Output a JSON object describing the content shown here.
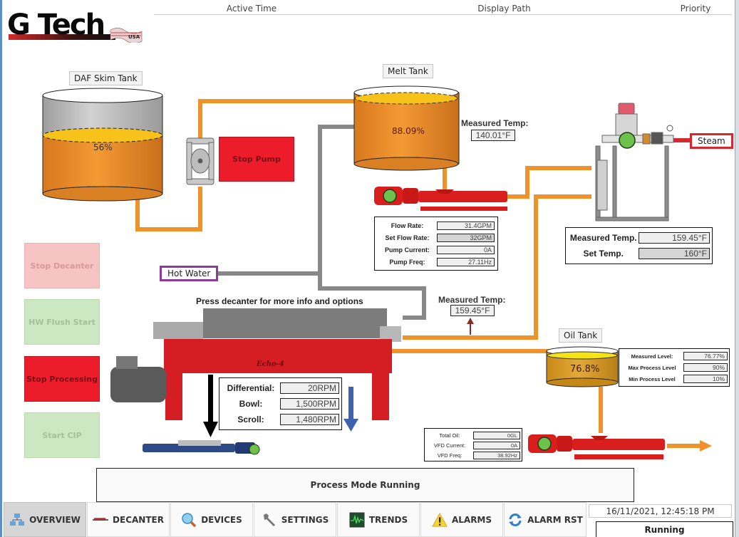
{
  "header": {
    "logo_text": "G Tech",
    "logo_sub": "USA",
    "columns": [
      "Active Time",
      "Display Path",
      "Priority"
    ]
  },
  "tanks": {
    "daf_skim": {
      "label": "DAF Skim Tank",
      "level_text": "56%",
      "level": 0.56
    },
    "melt": {
      "label": "Melt Tank",
      "level_text": "88.09%",
      "level": 0.88
    },
    "oil": {
      "label": "Oil Tank",
      "level_text": "76.8%",
      "level": 0.768
    }
  },
  "buttons": {
    "stop_pump": "Stop Pump",
    "stop_decanter": "Stop Decanter",
    "hw_flush_start": "HW Flush Start",
    "stop_processing": "Stop Processing",
    "start_cip": "Start CIP"
  },
  "labels": {
    "hot_water": "Hot Water",
    "steam": "Steam",
    "press_decanter": "Press decanter for more info and options",
    "decanter_brand": "Echo-4"
  },
  "melt_temp": {
    "title": "Measured Temp:",
    "value": "140.01°F"
  },
  "line_temp": {
    "title": "Measured Temp:",
    "value": "159.45°F"
  },
  "pump_panel": [
    {
      "label": "Flow Rate:",
      "value": "31.4GPM",
      "editable": false
    },
    {
      "label": "Set Flow Rate:",
      "value": "32GPM",
      "editable": true
    },
    {
      "label": "Pump Current:",
      "value": "0A",
      "editable": false
    },
    {
      "label": "Pump Freq:",
      "value": "27.11Hz",
      "editable": false
    }
  ],
  "steam_panel": [
    {
      "label": "Measured Temp.",
      "value": "159.45°F",
      "editable": false
    },
    {
      "label": "Set Temp.",
      "value": "160°F",
      "editable": true
    }
  ],
  "decanter_panel": [
    {
      "label": "Differential:",
      "value": "20RPM"
    },
    {
      "label": "Bowl:",
      "value": "1,500RPM"
    },
    {
      "label": "Scroll:",
      "value": "1,480RPM"
    }
  ],
  "oil_panel": [
    {
      "label": "Measured Level:",
      "value": "76.77%"
    },
    {
      "label": "Max Process Level",
      "value": "90%"
    },
    {
      "label": "Min Process Level",
      "value": "10%"
    }
  ],
  "oil_pump_panel": [
    {
      "label": "Total Oil:",
      "value": "0GL"
    },
    {
      "label": "VFD Current:",
      "value": "0A"
    },
    {
      "label": "VFD Freq:",
      "value": "38.92Hz"
    }
  ],
  "status": {
    "process_mode": "Process Mode Running",
    "datetime": "16/11/2021, 12:45:18 PM",
    "state": "Running"
  },
  "nav": [
    {
      "label": "OVERVIEW",
      "icon": "network-icon",
      "active": true
    },
    {
      "label": "DECANTER",
      "icon": "decanter-icon",
      "active": false
    },
    {
      "label": "DEVICES",
      "icon": "magnifier-icon",
      "active": false
    },
    {
      "label": "SETTINGS",
      "icon": "wrench-icon",
      "active": false
    },
    {
      "label": "TRENDS",
      "icon": "trend-monitor-icon",
      "active": false
    },
    {
      "label": "ALARMS",
      "icon": "warning-icon",
      "active": false
    },
    {
      "label": "ALARM RST",
      "icon": "refresh-icon",
      "active": false
    }
  ],
  "colors": {
    "oil_pipe": "#f0922a",
    "water_pipe": "#888888",
    "pump_red": "#d91e1e",
    "running_green": "#6cc24a",
    "hot_water_border": "#8e3a9a",
    "steam_border": "#d7282f"
  }
}
